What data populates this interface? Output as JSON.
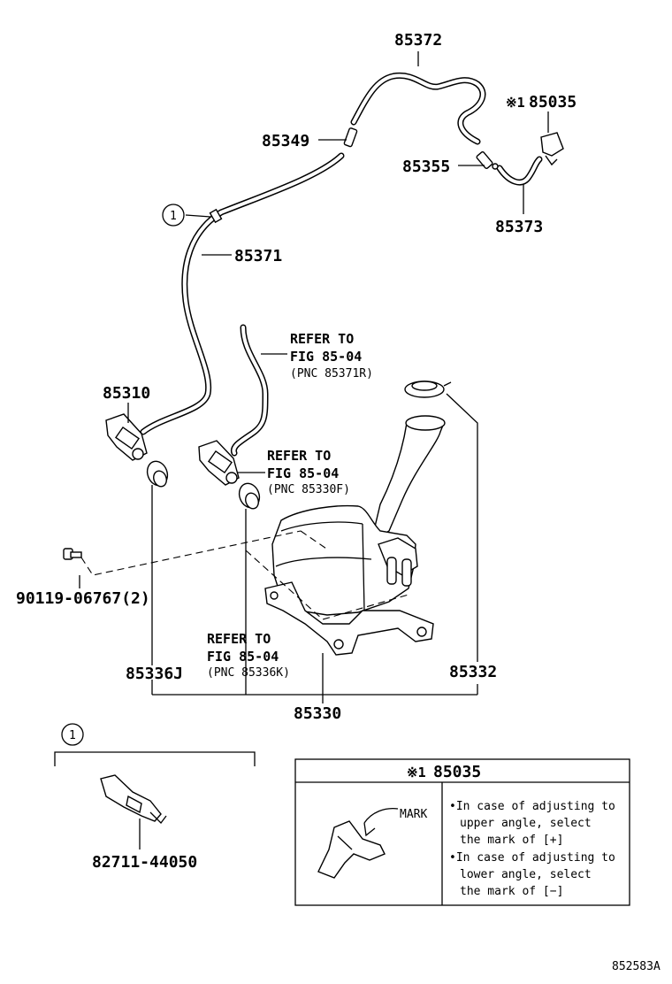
{
  "parts": {
    "p85372": "85372",
    "p85035_top": "85035",
    "p85349": "85349",
    "p85355": "85355",
    "p85373": "85373",
    "p85371": "85371",
    "p85310": "85310",
    "p90119": "90119-06767(2)",
    "p85336j": "85336J",
    "p85330": "85330",
    "p85332": "85332",
    "p82711": "82711-44050"
  },
  "marks": {
    "ref1": "※1",
    "circle1": "1"
  },
  "refer_notes": [
    {
      "line1": "REFER TO",
      "line2": "FIG 85-04",
      "line3": "(PNC 85371R)"
    },
    {
      "line1": "REFER TO",
      "line2": "FIG 85-04",
      "line3": "(PNC 85330F)"
    },
    {
      "line1": "REFER TO",
      "line2": "FIG 85-04",
      "line3": "(PNC 85336K)"
    }
  ],
  "inset_box": {
    "header_mark": "※1",
    "header_part": "85035",
    "mark_label": "MARK",
    "instructions": [
      "•In case of adjusting to",
      "upper angle, select",
      "the mark of [+]",
      "•In case of adjusting to",
      "lower angle, select",
      "the mark of [−]"
    ]
  },
  "figure_code": "852583A"
}
